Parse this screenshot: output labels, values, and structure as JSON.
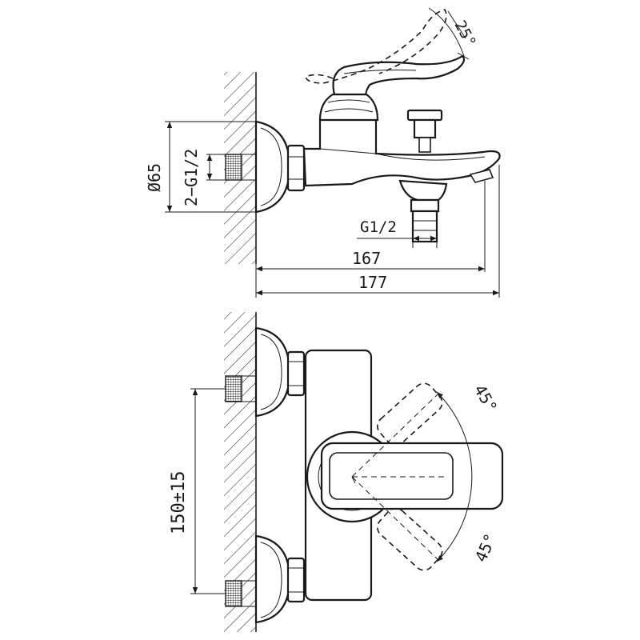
{
  "side_view": {
    "angle_label": "25°",
    "flange_diameter_label": "Ø65",
    "inlet_thread_label": "2−G1/2",
    "outlet_thread_label": "G1/2",
    "length_short_label": "167",
    "length_total_label": "177"
  },
  "top_view": {
    "centers_label": "150±15",
    "angle_upper_label": "45°",
    "angle_lower_label": "45°"
  }
}
